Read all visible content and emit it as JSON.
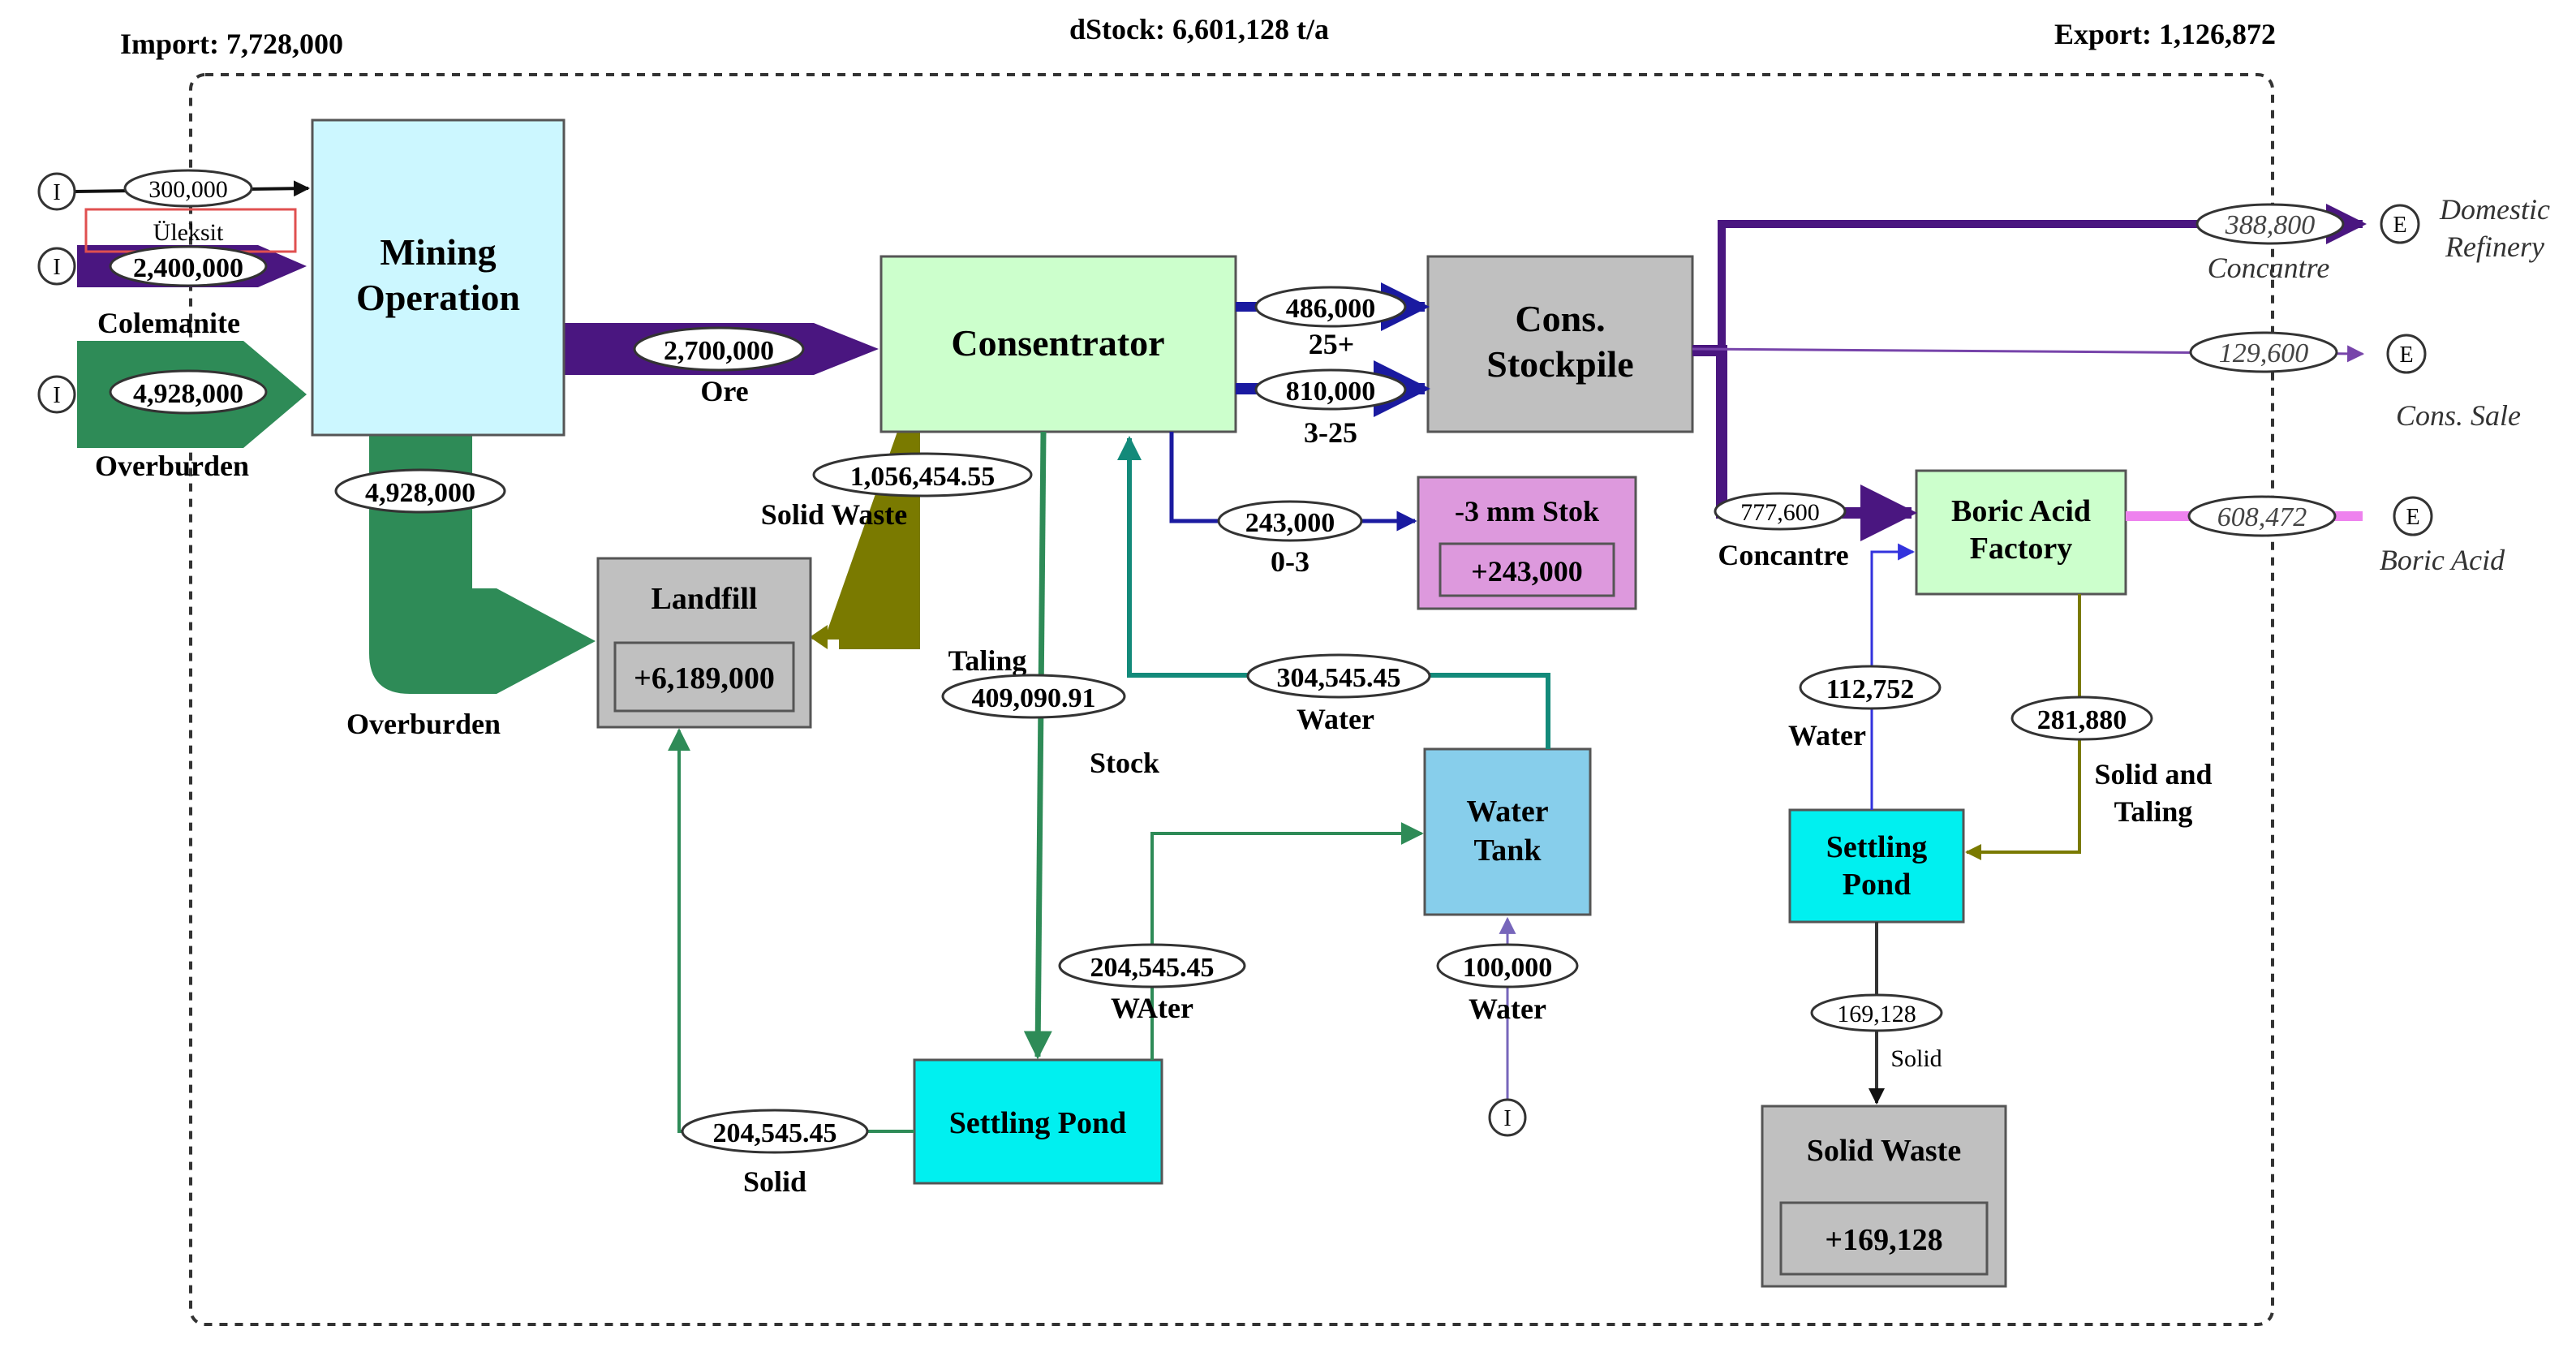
{
  "header": {
    "import": "Import: 7,728,000",
    "dstock": "dStock: 6,601,128 t/a",
    "export": "Export: 1,126,872"
  },
  "markers": {
    "import": "I",
    "export": "E"
  },
  "processes": {
    "mining": "Mining\nOperation",
    "concentrator": "Consentrator",
    "stockpile": "Cons.\nStockpile",
    "landfill": "Landfill",
    "landfill_stock": "+6,189,000",
    "mm_stock": "-3 mm Stok",
    "mm_stock_value": "+243,000",
    "boric_factory": "Boric Acid\nFactory",
    "water_tank": "Water\nTank",
    "settling_pond_main": "Settling Pond",
    "settling_pond_boric": "Settling\nPond",
    "solid_waste": "Solid Waste",
    "solid_waste_stock": "+169,128"
  },
  "flows": {
    "ulexite_value": "300,000",
    "ulexite_label": "Üleksit",
    "colemanite_value": "2,400,000",
    "colemanite_label": "Colemanite",
    "overburden_in_value": "4,928,000",
    "overburden_in_label": "Overburden",
    "ore_value": "2,700,000",
    "ore_label": "Ore",
    "overburden_out_value": "4,928,000",
    "overburden_out_label": "Overburden",
    "solid_waste_value": "1,056,454.55",
    "solid_waste_label": "Solid Waste",
    "taling_label": "Taling",
    "taling_value": "409,090.91",
    "stock_label": "Stock",
    "c25_value": "486,000",
    "c25_label": "25+",
    "c325_value": "810,000",
    "c325_label": "3-25",
    "c03_value": "243,000",
    "c03_label": "0-3",
    "water_return_value": "304,545.45",
    "water_return_label": "Water",
    "pond_water_value": "204,545.45",
    "pond_water_label": "WAter",
    "pond_solid_value": "204,545.45",
    "pond_solid_label": "Solid",
    "water_in_value": "100,000",
    "water_in_label": "Water",
    "domestic_value": "388,800",
    "domestic_sub": "Concantre",
    "domestic_dest": "Domestic\nRefinery",
    "sale_value": "129,600",
    "sale_dest": "Cons. Sale",
    "factory_in_value": "777,600",
    "factory_in_label": "Concantre",
    "boric_value": "608,472",
    "boric_dest": "Boric Acid",
    "factory_water_value": "112,752",
    "factory_water_label": "Water",
    "factory_solid_value": "281,880",
    "factory_solid_label": "Solid and\nTaling",
    "boric_pond_solid_value": "169,128",
    "boric_pond_solid_label": "Solid"
  },
  "colors": {
    "purple": "#4a1680",
    "green": "#2e8b57",
    "olive": "#7a7a00",
    "navy": "#1a1aa0",
    "teal": "#138a7a",
    "pink": "#ee82ee",
    "mining_fill": "#ccf7ff",
    "concentrator_fill": "#ccffcc",
    "grey_fill": "#c0c0c0",
    "cyan_fill": "#00f0f0",
    "tank_fill": "#87ceeb",
    "mm_fill": "#dd99dd"
  }
}
